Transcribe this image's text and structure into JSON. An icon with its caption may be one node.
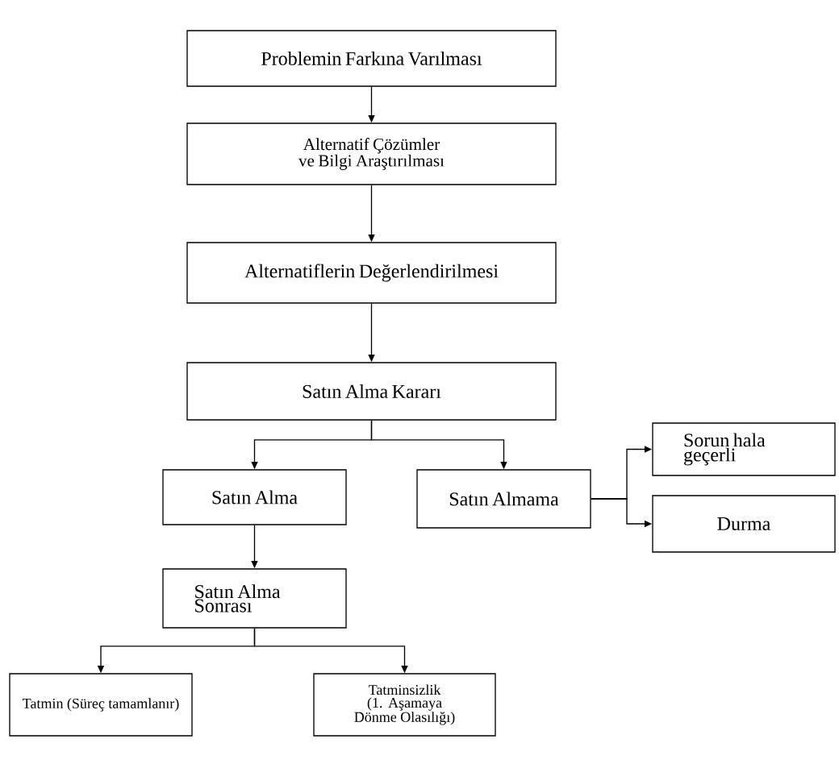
{
  "diagram": {
    "nodes": [
      {
        "text": [
          "Problemin Farkına Varılması"
        ]
      },
      {
        "text": [
          "Alternatif Çözümler ve Bilgi Araştırılması"
        ]
      },
      {
        "text": [
          "Alternatiflerin Değerlendirilmesi"
        ]
      },
      {
        "text": [
          "Satın Alma Kararı"
        ]
      },
      {
        "text": [
          "Satın Alma"
        ]
      },
      {
        "text": [
          "Satın Almama"
        ]
      },
      {
        "text": [
          "Sorun hala geçerli"
        ]
      },
      {
        "text": [
          "Durma"
        ]
      },
      {
        "text": [
          "Satın Alma Sonrası"
        ]
      },
      {
        "text": [
          "Tatmin (Süreç tamamlanır)"
        ]
      },
      {
        "text": [
          "Tatminsizlik (1. Aşamaya Dönme Olasılığı)"
        ]
      }
    ],
    "edges": [
      {
        "from": 0,
        "to": 1,
        "arrow": "to"
      },
      {
        "from": 1,
        "to": 2,
        "arrow": "to"
      },
      {
        "from": 2,
        "to": 3,
        "arrow": "to"
      },
      {
        "from": 3,
        "to": 4,
        "arrow": "to"
      },
      {
        "from": 3,
        "to": 5,
        "arrow": "to"
      },
      {
        "from": 5,
        "to": 6,
        "arrow": "to"
      },
      {
        "from": 5,
        "to": 7,
        "arrow": "to"
      },
      {
        "from": 4,
        "to": 8,
        "arrow": "to"
      },
      {
        "from": 8,
        "to": 9,
        "arrow": "to"
      },
      {
        "from": 8,
        "to": 10,
        "arrow": "to"
      }
    ]
  }
}
